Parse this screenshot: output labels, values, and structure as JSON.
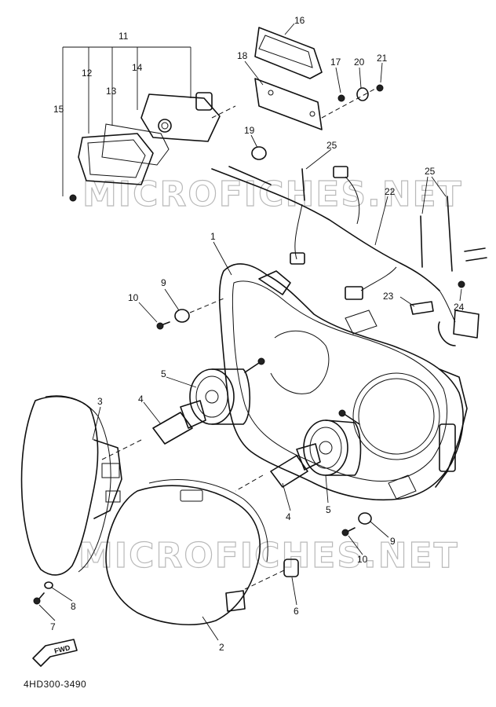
{
  "diagram": {
    "code": "4HD300-3490",
    "watermark": "MICROFICHES.NET",
    "front_arrow_label": "FWD"
  },
  "callouts": [
    "1",
    "2",
    "3",
    "4",
    "4",
    "5",
    "5",
    "6",
    "7",
    "8",
    "9",
    "9",
    "10",
    "10",
    "11",
    "12",
    "13",
    "14",
    "15",
    "16",
    "17",
    "18",
    "19",
    "20",
    "21",
    "22",
    "23",
    "24",
    "25",
    "25"
  ]
}
